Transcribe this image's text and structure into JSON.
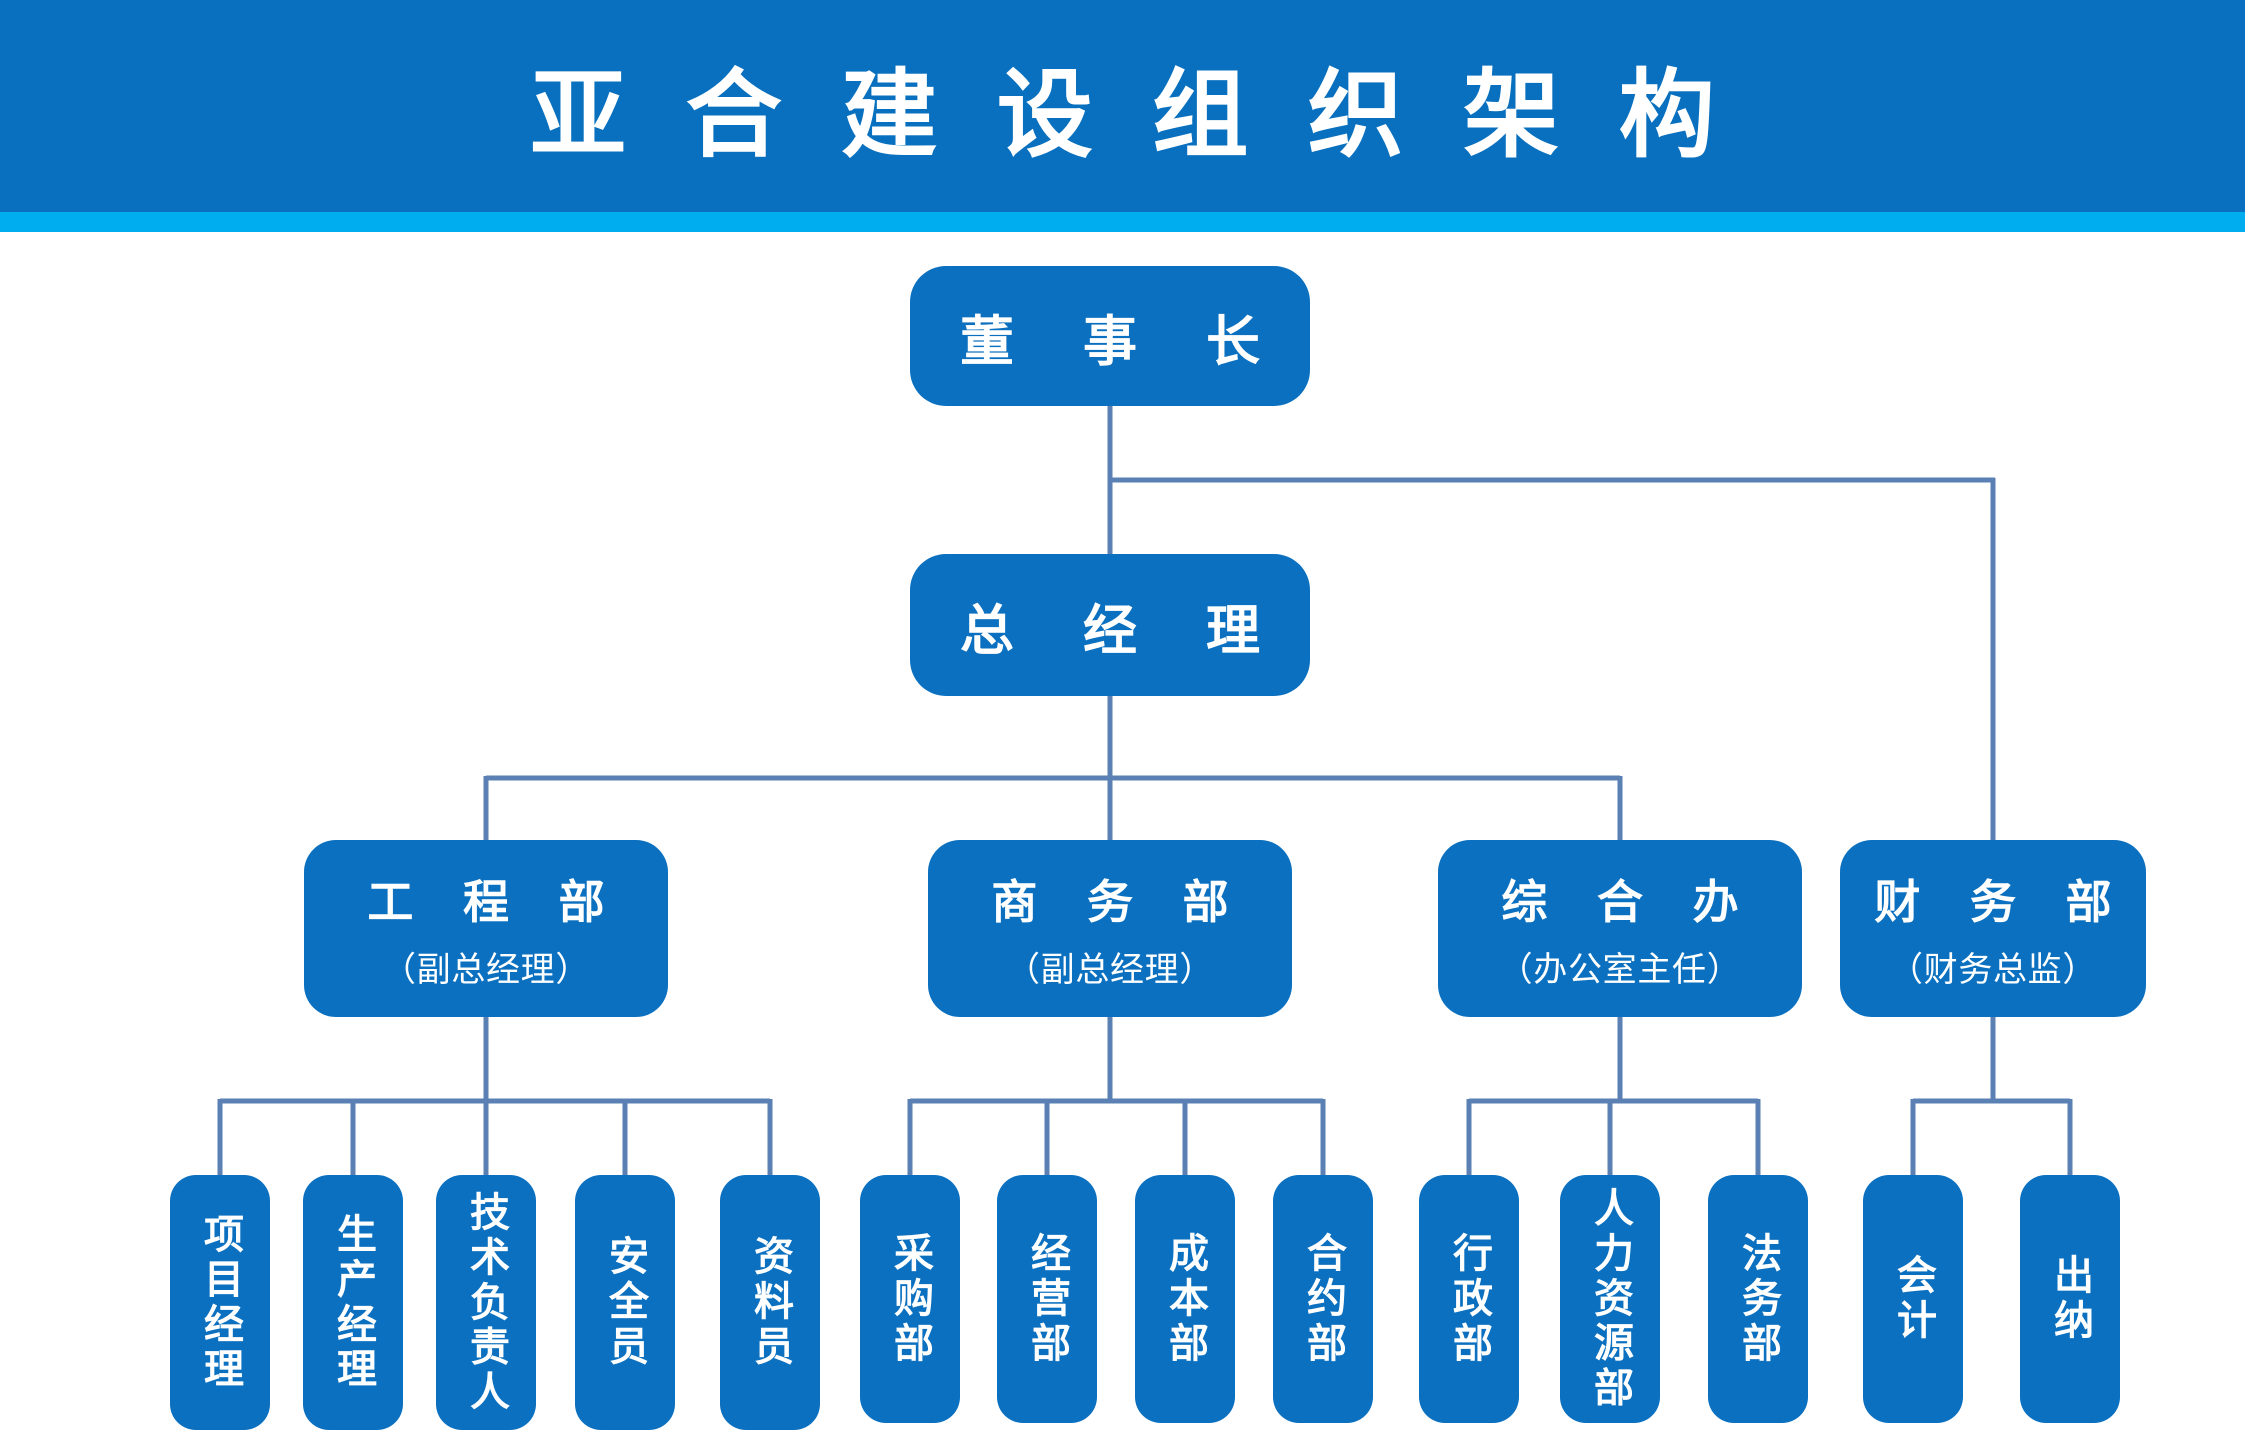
{
  "banner": {
    "title": "亚合建设组织架构"
  },
  "colors": {
    "banner_blue": "#0870BE",
    "stripe_cyan": "#00AEEF",
    "node_blue": "#0B70BF",
    "connector_blue": "#5B80B4",
    "text_white": "#FFFFFF"
  },
  "nodes": {
    "chairman": {
      "label": "董 事 长"
    },
    "general_manager": {
      "label": "总 经 理"
    },
    "departments": [
      {
        "label": "工 程 部",
        "sublabel": "（副总经理）",
        "children": [
          "项目经理",
          "生产经理",
          "技术负责人",
          "安全员",
          "资料员"
        ]
      },
      {
        "label": "商 务 部",
        "sublabel": "（副总经理）",
        "children": [
          "采购部",
          "经营部",
          "成本部",
          "合约部"
        ]
      },
      {
        "label": "综 合 办",
        "sublabel": "（办公室主任）",
        "children": [
          "行政部",
          "人力资源部",
          "法务部"
        ]
      },
      {
        "label": "财 务 部",
        "sublabel": "（财务总监）",
        "children": [
          "会计",
          "出纳"
        ]
      }
    ]
  }
}
